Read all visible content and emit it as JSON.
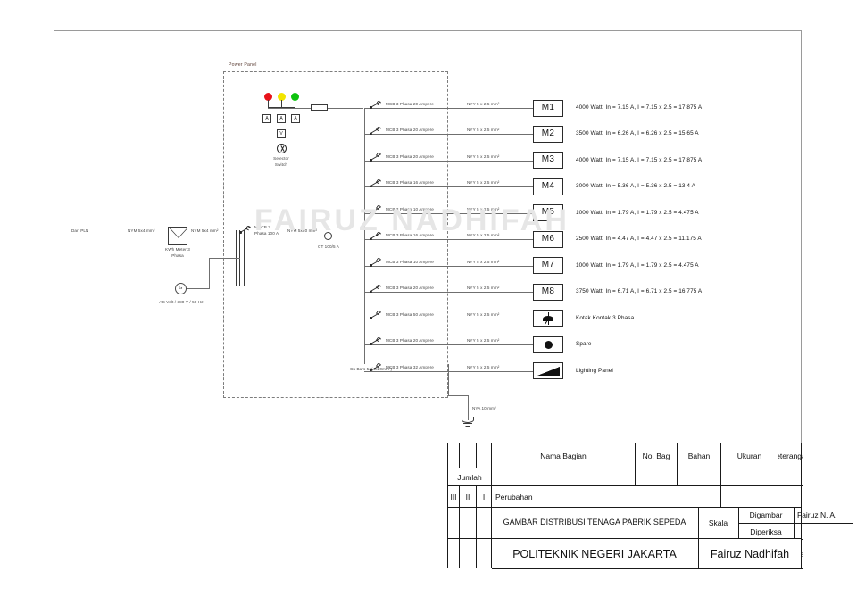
{
  "watermark": "FAIRUZ NADHIFAH",
  "panel": {
    "caption": "Power Panel",
    "selector_switch_label_1": "Selector",
    "selector_switch_label_2": "Switch",
    "ammeter_label": "A",
    "voltmeter_label": "V",
    "busbar_note": "Cu Bars 5q(4x20mm²)"
  },
  "incoming": {
    "source_label": "Dari PLN",
    "cable_in": "NYM 5x4 mm²",
    "kwh_label_1": "KWh Meter 3",
    "kwh_label_2": "Phasa",
    "cable_mid": "NYM 5x4 mm²",
    "mccb_label_1": "MCCB 3",
    "mccb_label_2": "Phasa 100 A",
    "cable_bus": "NYM 5x50 mm²",
    "ct_label": "CT 100/5 A",
    "ac_source_glyph": "G",
    "ac_source_label": "AC Volt / 380 V / 50 Hz",
    "earth_cable": "NYA 10 mm²"
  },
  "feeders": [
    {
      "breaker": "MCB 3 Phasa 20 Ampere",
      "cable": "NYY 5 x 2.5 mm²",
      "load": "M1",
      "type": "motor",
      "desc": "4000 Watt, In = 7.15 A, I = 7.15 x 2.5 = 17.875 A"
    },
    {
      "breaker": "MCB 3 Phasa 20 Ampere",
      "cable": "NYY 5 x 2.5 mm²",
      "load": "M2",
      "type": "motor",
      "desc": "3500 Watt, In = 6.26 A, I = 6.26 x 2.5 = 15.65 A"
    },
    {
      "breaker": "MCB 3 Phasa 20 Ampere",
      "cable": "NYY 5 x 2.5 mm²",
      "load": "M3",
      "type": "motor",
      "desc": "4000 Watt, In = 7.15 A, I = 7.15 x 2.5 = 17.875 A"
    },
    {
      "breaker": "MCB 3 Phasa 16 Ampere",
      "cable": "NYY 5 x 2.5 mm²",
      "load": "M4",
      "type": "motor",
      "desc": "3000 Watt, In = 5.36 A, I = 5.36 x 2.5 = 13.4 A"
    },
    {
      "breaker": "MCB 3 Phasa 10 Ampere",
      "cable": "NYY 5 x 2.5 mm²",
      "load": "M5",
      "type": "motor",
      "desc": "1000 Watt, In = 1.79 A, I = 1.79 x 2.5 = 4.475 A"
    },
    {
      "breaker": "MCB 3 Phasa 16 Ampere",
      "cable": "NYY 5 x 2.5 mm²",
      "load": "M6",
      "type": "motor",
      "desc": "2500 Watt, In = 4.47 A, I = 4.47 x 2.5 = 11.175 A"
    },
    {
      "breaker": "MCB 3 Phasa 10 Ampere",
      "cable": "NYY 5 x 2.5 mm²",
      "load": "M7",
      "type": "motor",
      "desc": "1000 Watt, In = 1.79 A, I = 1.79 x 2.5 = 4.475 A"
    },
    {
      "breaker": "MCB 3 Phasa 20 Ampere",
      "cable": "NYY 5 x 2.5 mm²",
      "load": "M8",
      "type": "motor",
      "desc": "3750 Watt, In = 6.71 A, I = 6.71 x 2.5 = 16.775 A"
    },
    {
      "breaker": "MCB 3 Phasa 50 Ampere",
      "cable": "NYY 5 x 2.5 mm²",
      "load": "",
      "type": "socket",
      "desc": "Kotak Kontak 3 Phasa"
    },
    {
      "breaker": "MCB 3 Phasa 20 Ampere",
      "cable": "NYY 5 x 2.5 mm²",
      "load": "",
      "type": "spare",
      "desc": "Spare"
    },
    {
      "breaker": "MCB 3 Phasa 32 Ampere",
      "cable": "NYY 5 x 2.5 mm²",
      "load": "",
      "type": "lighting",
      "desc": "Lighting Panel"
    }
  ],
  "title_block": {
    "nama_bagian": "Nama Bagian",
    "no_bag": "No. Bag",
    "bahan": "Bahan",
    "ukuran": "Ukuran",
    "keterangan": "Keterangan",
    "jumlah": "Jumlah",
    "rev_3": "III",
    "rev_2": "II",
    "rev_1": "I",
    "perubahan": "Perubahan",
    "drawing_title": "GAMBAR DISTRIBUSI TENAGA PABRIK SEPEDA",
    "skala_label": "Skala",
    "skala_value": "",
    "digambar_label": "Digambar",
    "digambar_value": "Fairuz N. A.",
    "diperiksa_label": "Diperiksa",
    "diperiksa_value": "",
    "institution": "POLITEKNIK NEGERI JAKARTA",
    "author": "Fairuz Nadhifah"
  }
}
